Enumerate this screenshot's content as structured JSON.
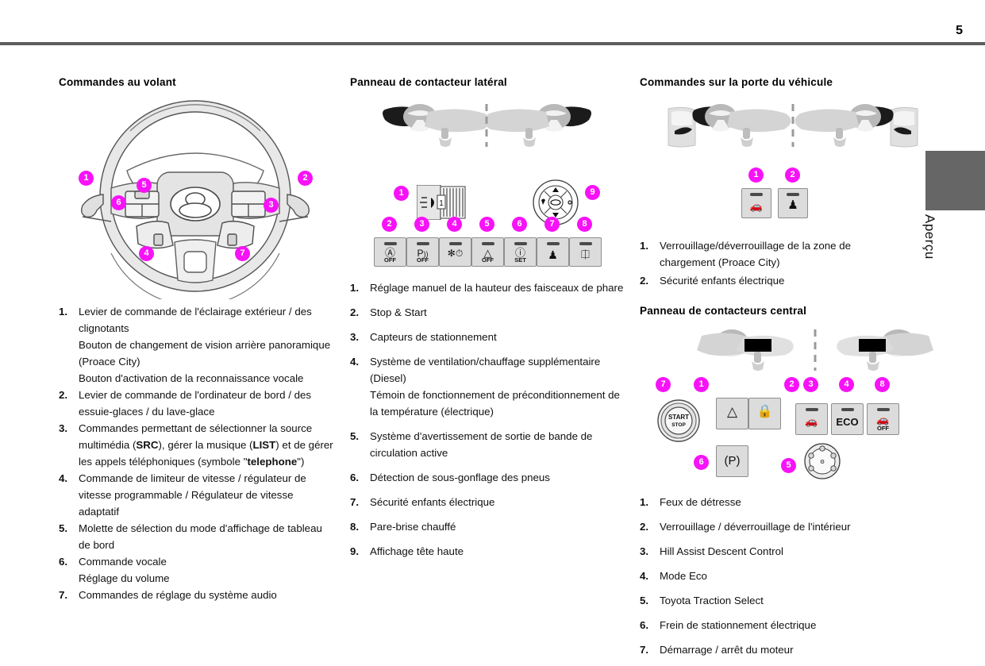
{
  "page": {
    "number": "5",
    "tab_label": "Aperçu"
  },
  "sections": [
    {
      "id": "steering-wheel-controls",
      "title": "Commandes au volant",
      "items": [
        {
          "num": "1.",
          "lines": [
            "Levier de commande de l'éclairage extérieur / des clignotants",
            "Bouton de changement de vision arrière panoramique (Proace City)",
            "Bouton d'activation de la reconnaissance vocale"
          ]
        },
        {
          "num": "2.",
          "lines": [
            "Levier de commande de l'ordinateur de bord / des essuie-glaces / du lave-glace"
          ]
        },
        {
          "num": "3.",
          "lines": [
            "Commandes permettant de sélectionner la source multimédia (SRC), gérer la musique (LIST) et de gérer les appels téléphoniques (symbole \"telephone\")"
          ]
        },
        {
          "num": "4.",
          "lines": [
            "Commande de limiteur de vitesse / régulateur de vitesse programmable / Régulateur de vitesse adaptatif"
          ]
        },
        {
          "num": "5.",
          "lines": [
            "Molette de sélection du mode d'affichage de tableau de bord"
          ]
        },
        {
          "num": "6.",
          "lines": [
            "Commande vocale",
            "Réglage du volume"
          ]
        },
        {
          "num": "7.",
          "lines": [
            "Commandes de réglage du système audio"
          ]
        }
      ],
      "callouts": [
        "1",
        "5",
        "2",
        "6",
        "3",
        "4",
        "7"
      ]
    },
    {
      "id": "side-switch-panel",
      "title": "Panneau de contacteur latéral",
      "items": [
        {
          "num": "1.",
          "lines": [
            "Réglage manuel de la hauteur des faisceaux de phare"
          ]
        },
        {
          "num": "2.",
          "lines": [
            "Stop & Start"
          ]
        },
        {
          "num": "3.",
          "lines": [
            "Capteurs de stationnement"
          ]
        },
        {
          "num": "4.",
          "lines": [
            "Système de ventilation/chauffage supplémentaire (Diesel)",
            "Témoin de fonctionnement de préconditionnement de la température (électrique)"
          ]
        },
        {
          "num": "5.",
          "lines": [
            "Système d'avertissement de sortie de bande de circulation active"
          ]
        },
        {
          "num": "6.",
          "lines": [
            "Détection de sous-gonflage des pneus"
          ]
        },
        {
          "num": "7.",
          "lines": [
            "Sécurité enfants électrique"
          ]
        },
        {
          "num": "8.",
          "lines": [
            "Pare-brise chauffé"
          ]
        },
        {
          "num": "9.",
          "lines": [
            "Affichage tête haute"
          ]
        }
      ],
      "buttons": [
        {
          "callout": "2",
          "caption": "OFF",
          "glyph": "stop-start-icon"
        },
        {
          "callout": "3",
          "caption": "OFF",
          "glyph": "parking-sensor-icon"
        },
        {
          "callout": "4",
          "caption": "",
          "glyph": "aux-heater-timer-icon"
        },
        {
          "callout": "5",
          "caption": "OFF",
          "glyph": "lane-departure-icon"
        },
        {
          "callout": "6",
          "caption": "SET",
          "glyph": "tyre-pressure-icon"
        },
        {
          "callout": "7",
          "caption": "",
          "glyph": "child-lock-icon"
        },
        {
          "callout": "8",
          "caption": "",
          "glyph": "heated-windscreen-icon"
        }
      ],
      "dial_callout": "1",
      "dial_label": "1",
      "hud_callout": "9"
    },
    {
      "id": "door-controls",
      "title": "Commandes sur la porte du véhicule",
      "items": [
        {
          "num": "1.",
          "lines": [
            "Verrouillage/déverrouillage de la zone de chargement (Proace City)"
          ]
        },
        {
          "num": "2.",
          "lines": [
            "Sécurité enfants électrique"
          ]
        }
      ],
      "buttons": [
        {
          "callout": "1",
          "glyph": "cargo-lock-icon"
        },
        {
          "callout": "2",
          "glyph": "child-lock-icon"
        }
      ]
    },
    {
      "id": "central-switch-panel",
      "title": "Panneau de contacteurs central",
      "items": [
        {
          "num": "1.",
          "lines": [
            "Feux de détresse"
          ]
        },
        {
          "num": "2.",
          "lines": [
            "Verrouillage / déverrouillage de l'intérieur"
          ]
        },
        {
          "num": "3.",
          "lines": [
            "Hill Assist Descent Control"
          ]
        },
        {
          "num": "4.",
          "lines": [
            "Mode Eco"
          ]
        },
        {
          "num": "5.",
          "lines": [
            "Toyota Traction Select"
          ]
        },
        {
          "num": "6.",
          "lines": [
            "Frein de stationnement électrique"
          ]
        },
        {
          "num": "7.",
          "lines": [
            "Démarrage / arrêt du moteur"
          ]
        }
      ],
      "start_button": {
        "callout": "7",
        "line1": "START",
        "line2": "STOP"
      },
      "park_brake": {
        "callout": "6",
        "glyph": "(P)"
      },
      "hazard": {
        "callout": "1",
        "glyph": "hazard-triangle-icon"
      },
      "door_lock": {
        "callout": "2",
        "glyph": "padlock-icon"
      },
      "hill_descent": {
        "callout": "3",
        "glyph": "hill-descent-icon"
      },
      "eco": {
        "callout": "4",
        "label": "ECO"
      },
      "traction_off": {
        "callout": "8",
        "caption": "OFF",
        "glyph": "traction-control-icon"
      },
      "traction_select": {
        "callout": "5",
        "glyph": "traction-select-dial-icon"
      }
    }
  ],
  "colors": {
    "callout": "#f712f7",
    "tab": "#666666",
    "rule": "#5d5d5d",
    "switch_face": "#dcdcdc",
    "diagram_light": "#d4d4d4",
    "diagram_mid": "#b0b0b0"
  }
}
